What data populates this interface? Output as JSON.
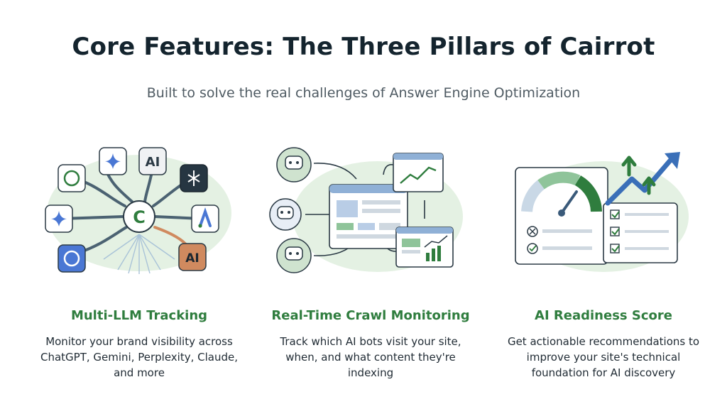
{
  "header": {
    "title": "Core Features: The Three Pillars of Cairrot",
    "subtitle": "Built to solve the real challenges of Answer Engine Optimization"
  },
  "pillars": [
    {
      "title": "Multi-LLM Tracking",
      "description": "Monitor your brand visibility across ChatGPT, Gemini, Perplexity, Claude, and more",
      "hub_letter": "C",
      "tile_texts": {
        "ai": "AI",
        "anthropic": "AI"
      }
    },
    {
      "title": "Real-Time Crawl Monitoring",
      "description": "Track which AI bots visit your site, when, and what content they're indexing"
    },
    {
      "title": "AI Readiness Score",
      "description": "Get actionable recommendations to improve your site's technical foundation for AI discovery"
    }
  ],
  "colors": {
    "accent_green": "#2f7d3e",
    "title_dark": "#14242e",
    "blob_green": "#e4f1e3",
    "icon_blue": "#4a77d4",
    "icon_orange": "#d08a5f"
  }
}
